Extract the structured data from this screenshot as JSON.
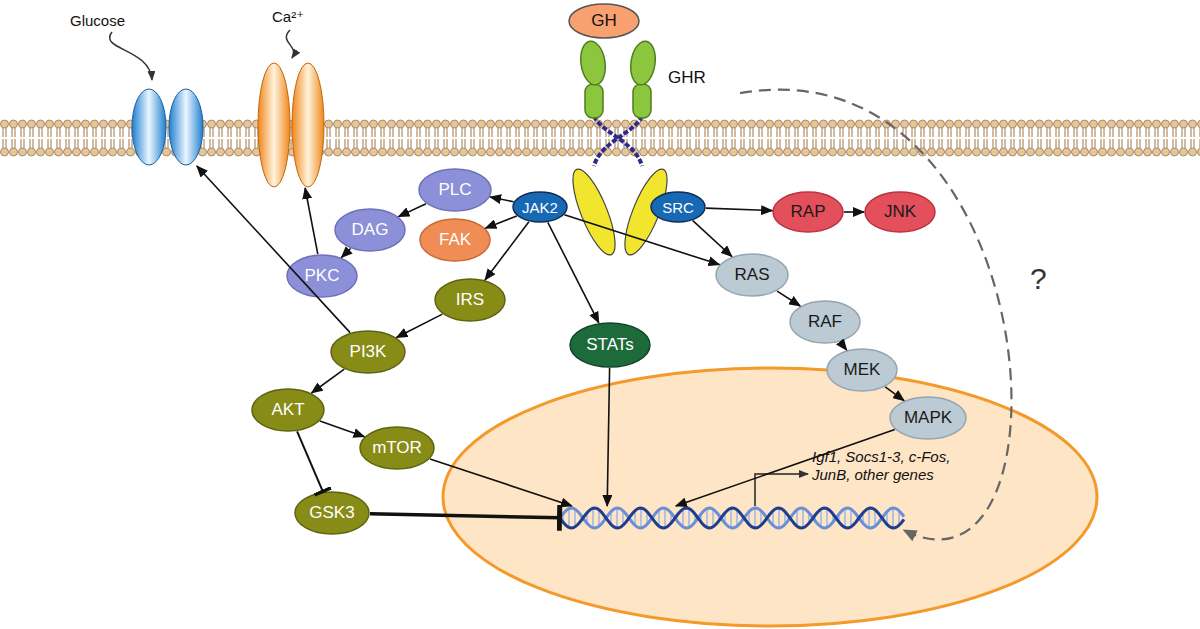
{
  "diagram": {
    "nodes": [
      {
        "text": [
          "Glucose"
        ]
      },
      {
        "text": [
          "Ca²⁺"
        ]
      },
      {
        "text": [
          "GH"
        ]
      },
      {
        "text": [
          "GHR"
        ]
      },
      {
        "text": [
          "JAK2"
        ],
        "in": 3
      },
      {
        "text": [
          "SRC"
        ],
        "in": 3
      },
      {
        "text": [
          "PLC"
        ]
      },
      {
        "text": [
          "DAG"
        ]
      },
      {
        "text": [
          "FAK"
        ]
      },
      {
        "text": [
          "PKC"
        ]
      },
      {
        "text": [
          "RAP"
        ]
      },
      {
        "text": [
          "JNK"
        ]
      },
      {
        "text": [
          "RAS"
        ]
      },
      {
        "text": [
          "IRS"
        ]
      },
      {
        "text": [
          "RAF"
        ]
      },
      {
        "text": [
          "STATs"
        ]
      },
      {
        "text": [
          "PI3K"
        ]
      },
      {
        "text": [
          "MEK"
        ]
      },
      {
        "text": [
          "AKT"
        ]
      },
      {
        "text": [
          "mTOR"
        ]
      },
      {
        "text": [
          "MAPK"
        ]
      },
      {
        "text": [
          "GSK3"
        ]
      },
      {
        "text": [
          "Igf1, Socs1-3, c-Fos, JunB, other genes"
        ]
      }
    ],
    "edges": [
      {
        "from": 4,
        "to": 6,
        "arrow": "to"
      },
      {
        "from": 6,
        "to": 7,
        "arrow": "to"
      },
      {
        "from": 7,
        "to": 9,
        "arrow": "to"
      },
      {
        "from": 9,
        "to": 1,
        "arrow": "to"
      },
      {
        "from": 4,
        "to": 8,
        "arrow": "to"
      },
      {
        "from": 4,
        "to": 13,
        "arrow": "to"
      },
      {
        "from": 13,
        "to": 16,
        "arrow": "to"
      },
      {
        "from": 16,
        "to": 0,
        "arrow": "to"
      },
      {
        "from": 16,
        "to": 18,
        "arrow": "to"
      },
      {
        "from": 18,
        "to": 19,
        "arrow": "to"
      },
      {
        "from": 18,
        "to": 21,
        "arrow": "to"
      },
      {
        "from": 21,
        "to": 22,
        "arrow": "to"
      },
      {
        "from": 19,
        "to": 22,
        "arrow": "to"
      },
      {
        "from": 4,
        "to": 15,
        "arrow": "to"
      },
      {
        "from": 15,
        "to": 22,
        "arrow": "to"
      },
      {
        "from": 4,
        "to": 12,
        "arrow": "to"
      },
      {
        "from": 5,
        "to": 10,
        "arrow": "to"
      },
      {
        "from": 10,
        "to": 11,
        "arrow": "to"
      },
      {
        "from": 5,
        "to": 12,
        "arrow": "to"
      },
      {
        "from": 12,
        "to": 14,
        "arrow": "to"
      },
      {
        "from": 14,
        "to": 17,
        "arrow": "to"
      },
      {
        "from": 17,
        "to": 20,
        "arrow": "to"
      },
      {
        "from": 20,
        "to": 22,
        "arrow": "to"
      },
      {
        "from": 3,
        "to": 22,
        "label": "?",
        "arrow": "to"
      }
    ]
  }
}
